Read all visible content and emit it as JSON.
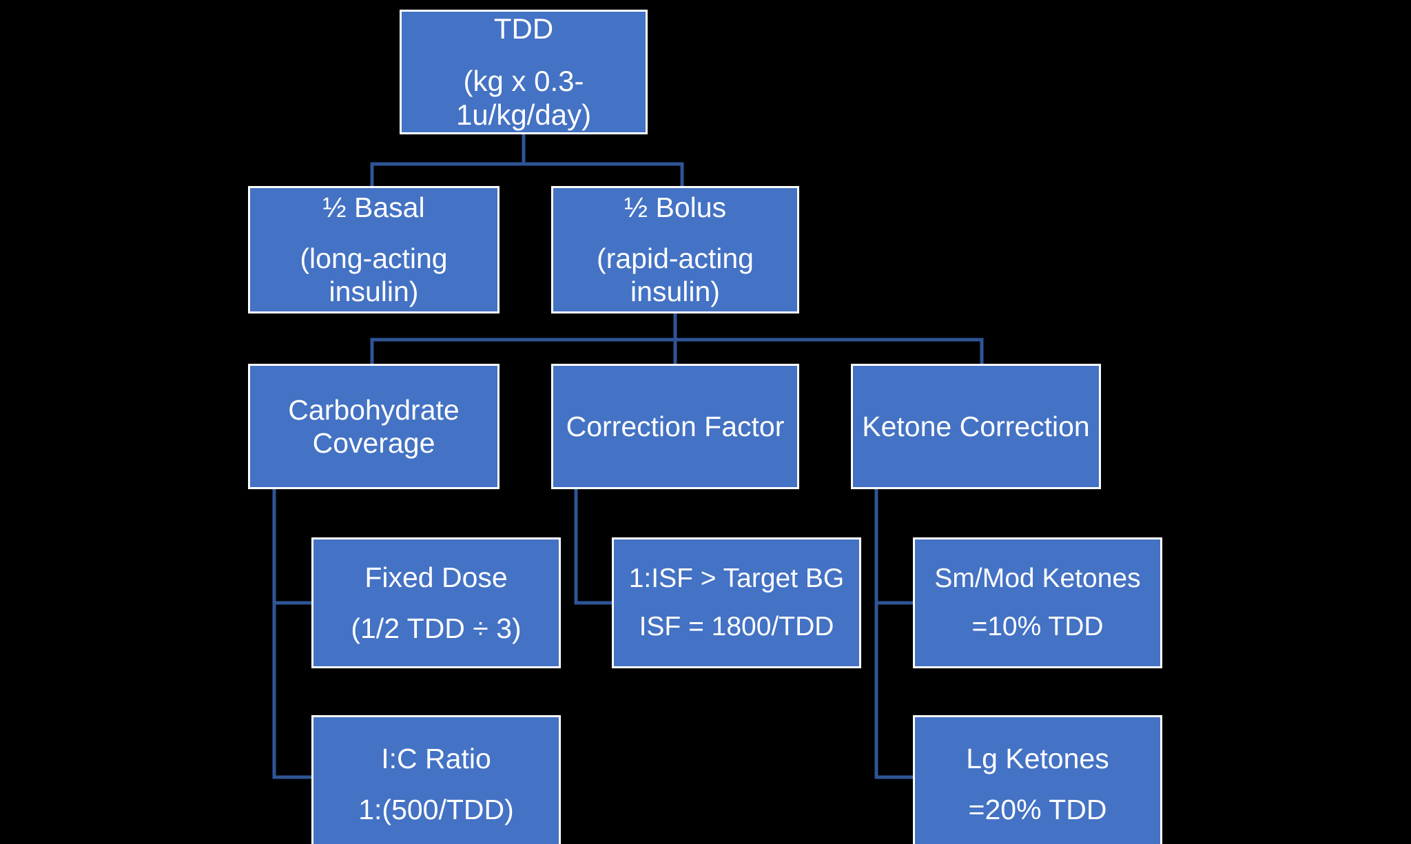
{
  "diagram": {
    "title": "Insulin Total Daily Dose Flowchart",
    "background_color": "#000000",
    "node_fill_color": "#4472C4",
    "node_border_color": "#FFFFFF",
    "connector_color": "#2E5596",
    "text_color": "#FFFFFF"
  },
  "nodes": {
    "tdd": {
      "line1": "TDD",
      "line2": "(kg x 0.3-\n1u/kg/day)"
    },
    "basal": {
      "line1": "½ Basal",
      "line2": "(long-acting\ninsulin)"
    },
    "bolus": {
      "line1": "½ Bolus",
      "line2": "(rapid-acting\ninsulin)"
    },
    "carb": {
      "line1": "Carbohydrate\nCoverage",
      "line2": ""
    },
    "correction": {
      "line1": "Correction Factor",
      "line2": ""
    },
    "ketone": {
      "line1": "Ketone Correction",
      "line2": ""
    },
    "fixed_dose": {
      "line1": "Fixed Dose",
      "line2": "(1/2 TDD ÷ 3)"
    },
    "isf": {
      "line1": "1:ISF > Target BG",
      "line2": "ISF = 1800/TDD"
    },
    "sm_mod_ketones": {
      "line1": "Sm/Mod Ketones",
      "line2": "=10% TDD"
    },
    "ic_ratio": {
      "line1": "I:C Ratio",
      "line2": "1:(500/TDD)"
    },
    "lg_ketones": {
      "line1": "Lg Ketones",
      "line2": "=20% TDD"
    }
  },
  "chart_data": {
    "type": "diagram",
    "subtype": "flowchart-tree",
    "title": "Insulin Total Daily Dose Flowchart",
    "nodes": [
      {
        "id": "tdd",
        "label": "TDD (kg x 0.3-1u/kg/day)",
        "level": 0
      },
      {
        "id": "basal",
        "label": "½ Basal (long-acting insulin)",
        "level": 1
      },
      {
        "id": "bolus",
        "label": "½ Bolus (rapid-acting insulin)",
        "level": 1
      },
      {
        "id": "carb",
        "label": "Carbohydrate Coverage",
        "level": 2
      },
      {
        "id": "correction",
        "label": "Correction Factor",
        "level": 2
      },
      {
        "id": "ketone",
        "label": "Ketone Correction",
        "level": 2
      },
      {
        "id": "fixed_dose",
        "label": "Fixed Dose (1/2 TDD ÷ 3)",
        "level": 3
      },
      {
        "id": "ic_ratio",
        "label": "I:C Ratio 1:(500/TDD)",
        "level": 3
      },
      {
        "id": "isf",
        "label": "1:ISF > Target BG; ISF = 1800/TDD",
        "level": 3
      },
      {
        "id": "sm_mod_ketones",
        "label": "Sm/Mod Ketones =10% TDD",
        "level": 3
      },
      {
        "id": "lg_ketones",
        "label": "Lg Ketones =20% TDD",
        "level": 3
      }
    ],
    "edges": [
      {
        "from": "tdd",
        "to": "basal"
      },
      {
        "from": "tdd",
        "to": "bolus"
      },
      {
        "from": "bolus",
        "to": "carb"
      },
      {
        "from": "bolus",
        "to": "correction"
      },
      {
        "from": "bolus",
        "to": "ketone"
      },
      {
        "from": "carb",
        "to": "fixed_dose"
      },
      {
        "from": "carb",
        "to": "ic_ratio"
      },
      {
        "from": "correction",
        "to": "isf"
      },
      {
        "from": "ketone",
        "to": "sm_mod_ketones"
      },
      {
        "from": "ketone",
        "to": "lg_ketones"
      }
    ]
  }
}
